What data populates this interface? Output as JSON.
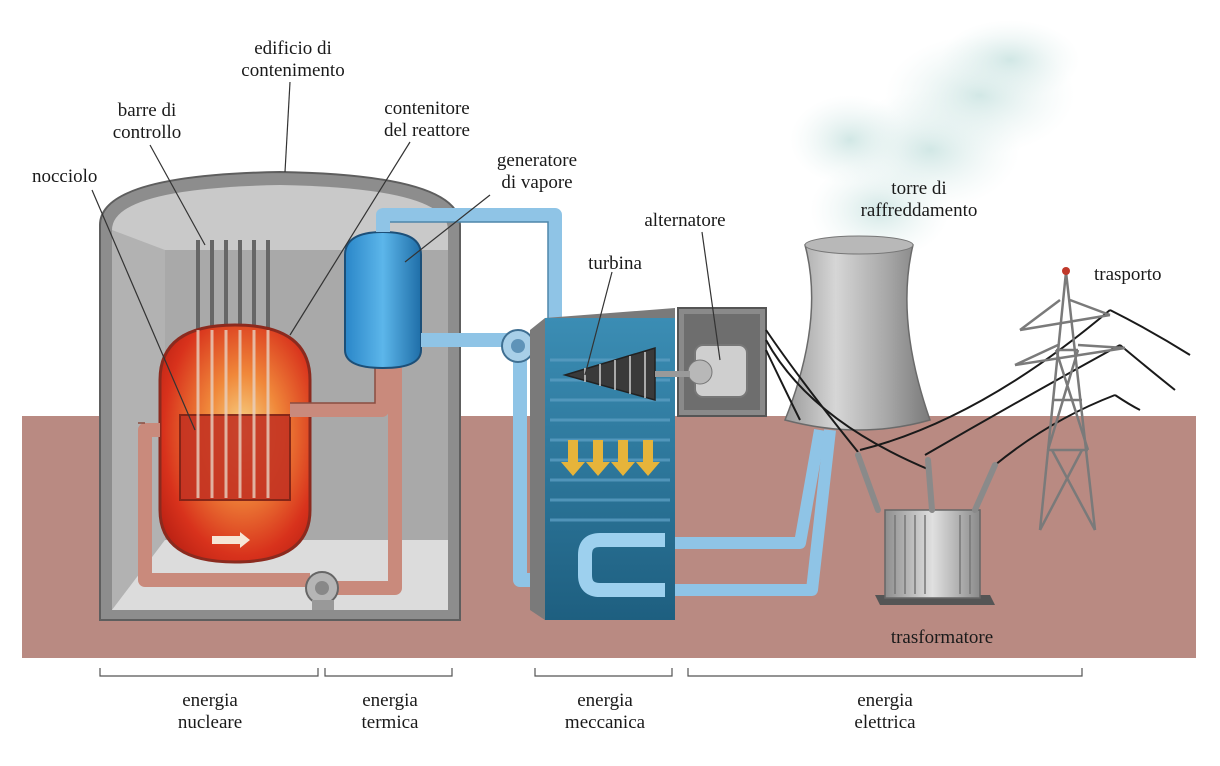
{
  "labels": {
    "edificio": "edificio di\ncontenimento",
    "barre": "barre di\ncontrollo",
    "contenitore": "contenitore\ndel reattore",
    "nocciolo": "nocciolo",
    "generatore": "generatore\ndi vapore",
    "alternatore": "alternatore",
    "turbina": "turbina",
    "torre": "torre di\nraffreddamento",
    "trasporto": "trasporto",
    "trasformatore": "trasformatore"
  },
  "energies": {
    "nucleare": "energia\nnucleare",
    "termica": "energia\ntermica",
    "meccanica": "energia\nmeccanica",
    "elettrica": "energia\nelettrica"
  },
  "colors": {
    "ground": "#b98a82",
    "building": "#8c8c8c",
    "reactor": "#d93a1f",
    "steam_pipe": "#8fc4e6",
    "hot_pipe": "#c98a7c",
    "condenser": "#2f7aa0"
  }
}
